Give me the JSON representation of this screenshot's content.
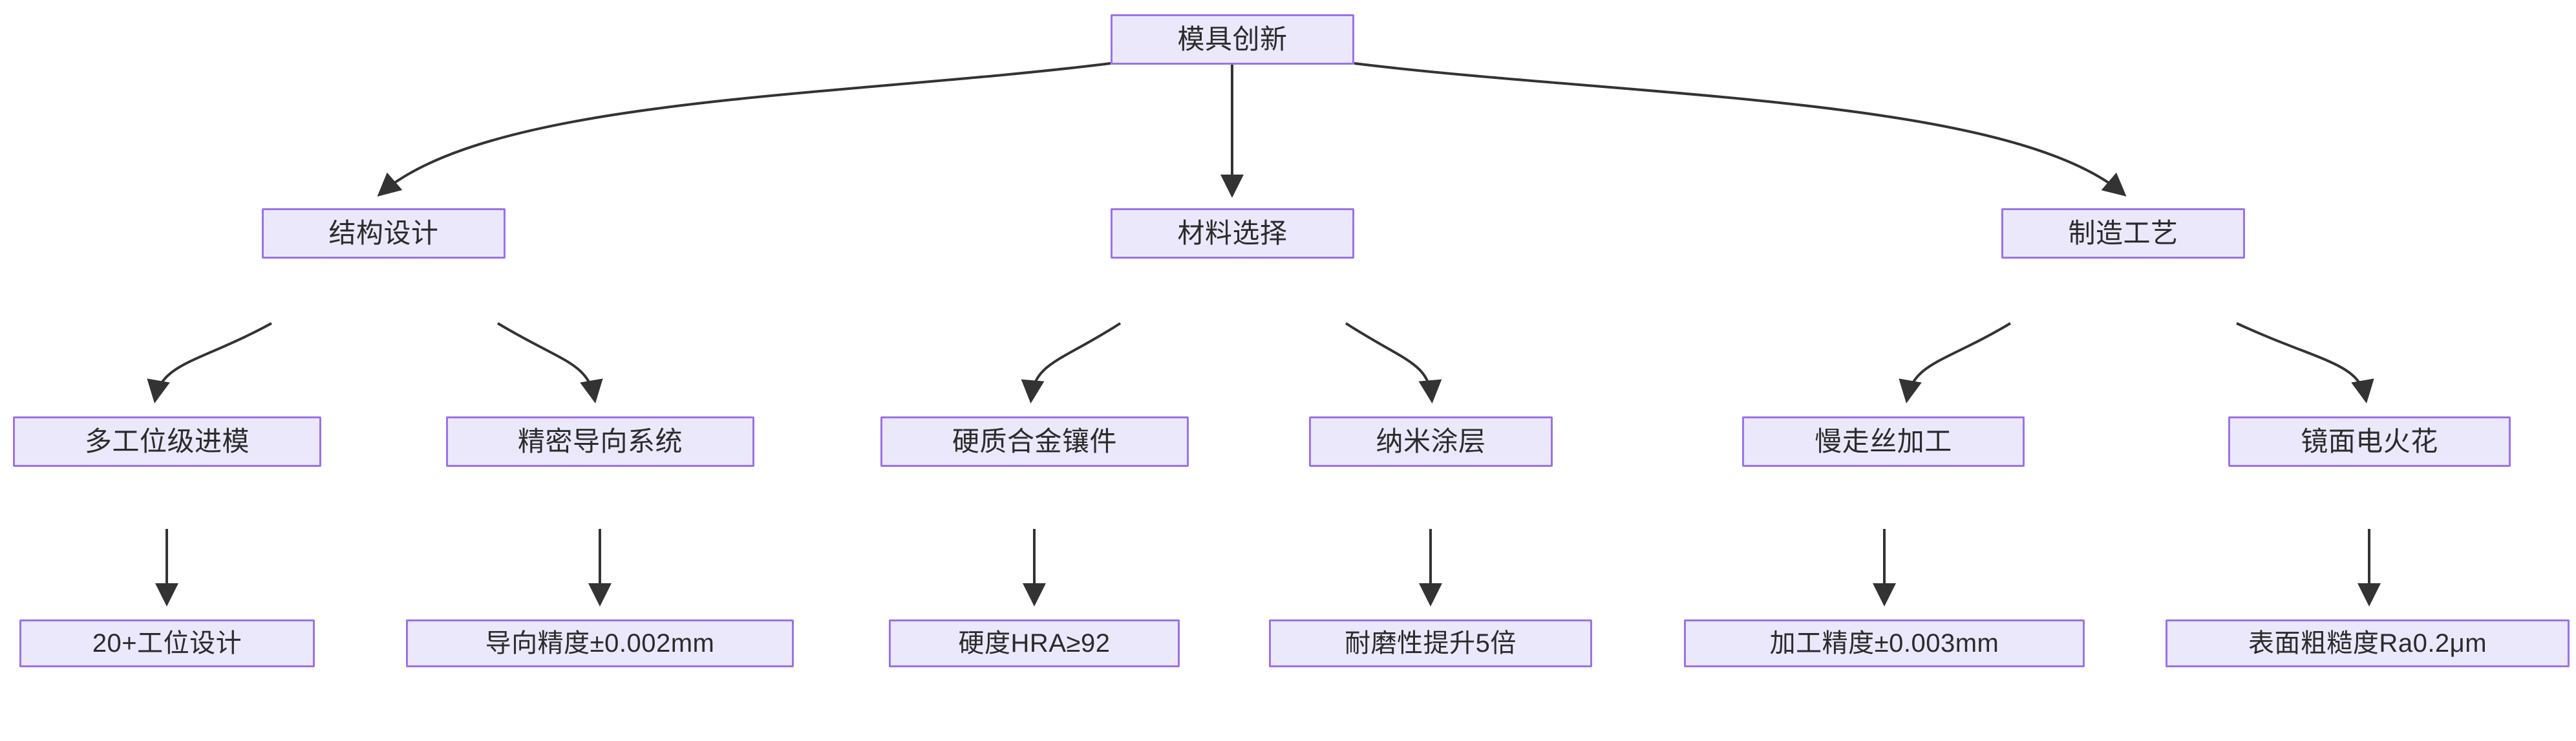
{
  "diagram": {
    "type": "tree-flowchart",
    "direction": "top-down",
    "theme": {
      "node_fill": "#ebe8fc",
      "node_border": "#9b72e8",
      "edge_color": "#333333",
      "text_color": "#2b2b2b",
      "background": "#ffffff"
    },
    "nodes": {
      "root": {
        "label": "模具创新"
      },
      "level2": [
        {
          "id": "structure",
          "label": "结构设计"
        },
        {
          "id": "material",
          "label": "材料选择"
        },
        {
          "id": "process",
          "label": "制造工艺"
        }
      ],
      "level3": [
        {
          "id": "progressive-die",
          "label": "多工位级进模",
          "parent": "structure"
        },
        {
          "id": "guide-system",
          "label": "精密导向系统",
          "parent": "structure"
        },
        {
          "id": "carbide-insert",
          "label": "硬质合金镶件",
          "parent": "material"
        },
        {
          "id": "nano-coating",
          "label": "纳米涂层",
          "parent": "material"
        },
        {
          "id": "wire-edm",
          "label": "慢走丝加工",
          "parent": "process"
        },
        {
          "id": "mirror-edm",
          "label": "镜面电火花",
          "parent": "process"
        }
      ],
      "level4": [
        {
          "id": "station-design",
          "label": "20+工位设计",
          "parent": "progressive-die"
        },
        {
          "id": "guide-accuracy",
          "label": "导向精度±0.002mm",
          "parent": "guide-system"
        },
        {
          "id": "hardness",
          "label": "硬度HRA≥92",
          "parent": "carbide-insert"
        },
        {
          "id": "wear-resistance",
          "label": "耐磨性提升5倍",
          "parent": "nano-coating"
        },
        {
          "id": "machining-accuracy",
          "label": "加工精度±0.003mm",
          "parent": "wire-edm"
        },
        {
          "id": "surface-roughness",
          "label": "表面粗糙度Ra0.2μm",
          "parent": "mirror-edm"
        }
      ]
    },
    "edges": [
      {
        "from": "root",
        "to": "structure"
      },
      {
        "from": "root",
        "to": "material"
      },
      {
        "from": "root",
        "to": "process"
      },
      {
        "from": "structure",
        "to": "progressive-die"
      },
      {
        "from": "structure",
        "to": "guide-system"
      },
      {
        "from": "material",
        "to": "carbide-insert"
      },
      {
        "from": "material",
        "to": "nano-coating"
      },
      {
        "from": "process",
        "to": "wire-edm"
      },
      {
        "from": "process",
        "to": "mirror-edm"
      }
    ]
  }
}
